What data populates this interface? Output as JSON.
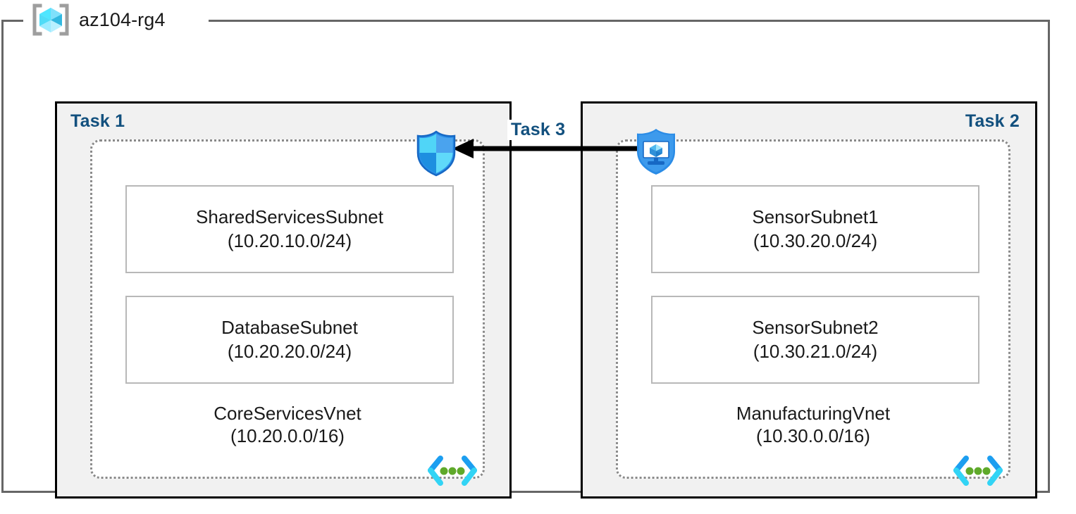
{
  "resource_group": {
    "title": "az104-rg4",
    "icon": "azure-resource-group-icon"
  },
  "colors": {
    "task_label": "#12507e",
    "task_box_fill": "#f1f1f1",
    "task_box_border": "#000000",
    "vnet_border": "#8a8a8a",
    "subnet_border": "#b8b8b8",
    "container_border": "#666666",
    "arrow": "#000000",
    "vnet_icon_blue": "#1c9ef0",
    "vnet_icon_cyan": "#32d4f5",
    "vnet_icon_green": "#5fa92a",
    "shield_blue": "#1f8ff0",
    "rg_icon_cyan": "#50e6ff",
    "rg_icon_bracket": "#9e9e9e"
  },
  "tasks": [
    {
      "label": "Task 1",
      "align": "left",
      "vnet": {
        "name": "CoreServicesVnet",
        "cidr": "(10.20.0.0/16)",
        "icon": "virtual-network-icon",
        "subnets": [
          {
            "name": "SharedServicesSubnet",
            "cidr": "(10.20.10.0/24)"
          },
          {
            "name": "DatabaseSubnet",
            "cidr": "(10.20.20.0/24)"
          }
        ]
      }
    },
    {
      "label": "Task 2",
      "align": "right",
      "vnet": {
        "name": "ManufacturingVnet",
        "cidr": "(10.30.0.0/16)",
        "icon": "virtual-network-icon",
        "subnets": [
          {
            "name": "SensorSubnet1",
            "cidr": "(10.30.20.0/24)"
          },
          {
            "name": "SensorSubnet2",
            "cidr": "(10.30.21.0/24)"
          }
        ]
      }
    }
  ],
  "connector": {
    "label": "Task 3",
    "direction": "right-to-left",
    "source_icon": "azure-bastion-icon",
    "target_icon": "network-security-shield-icon"
  }
}
